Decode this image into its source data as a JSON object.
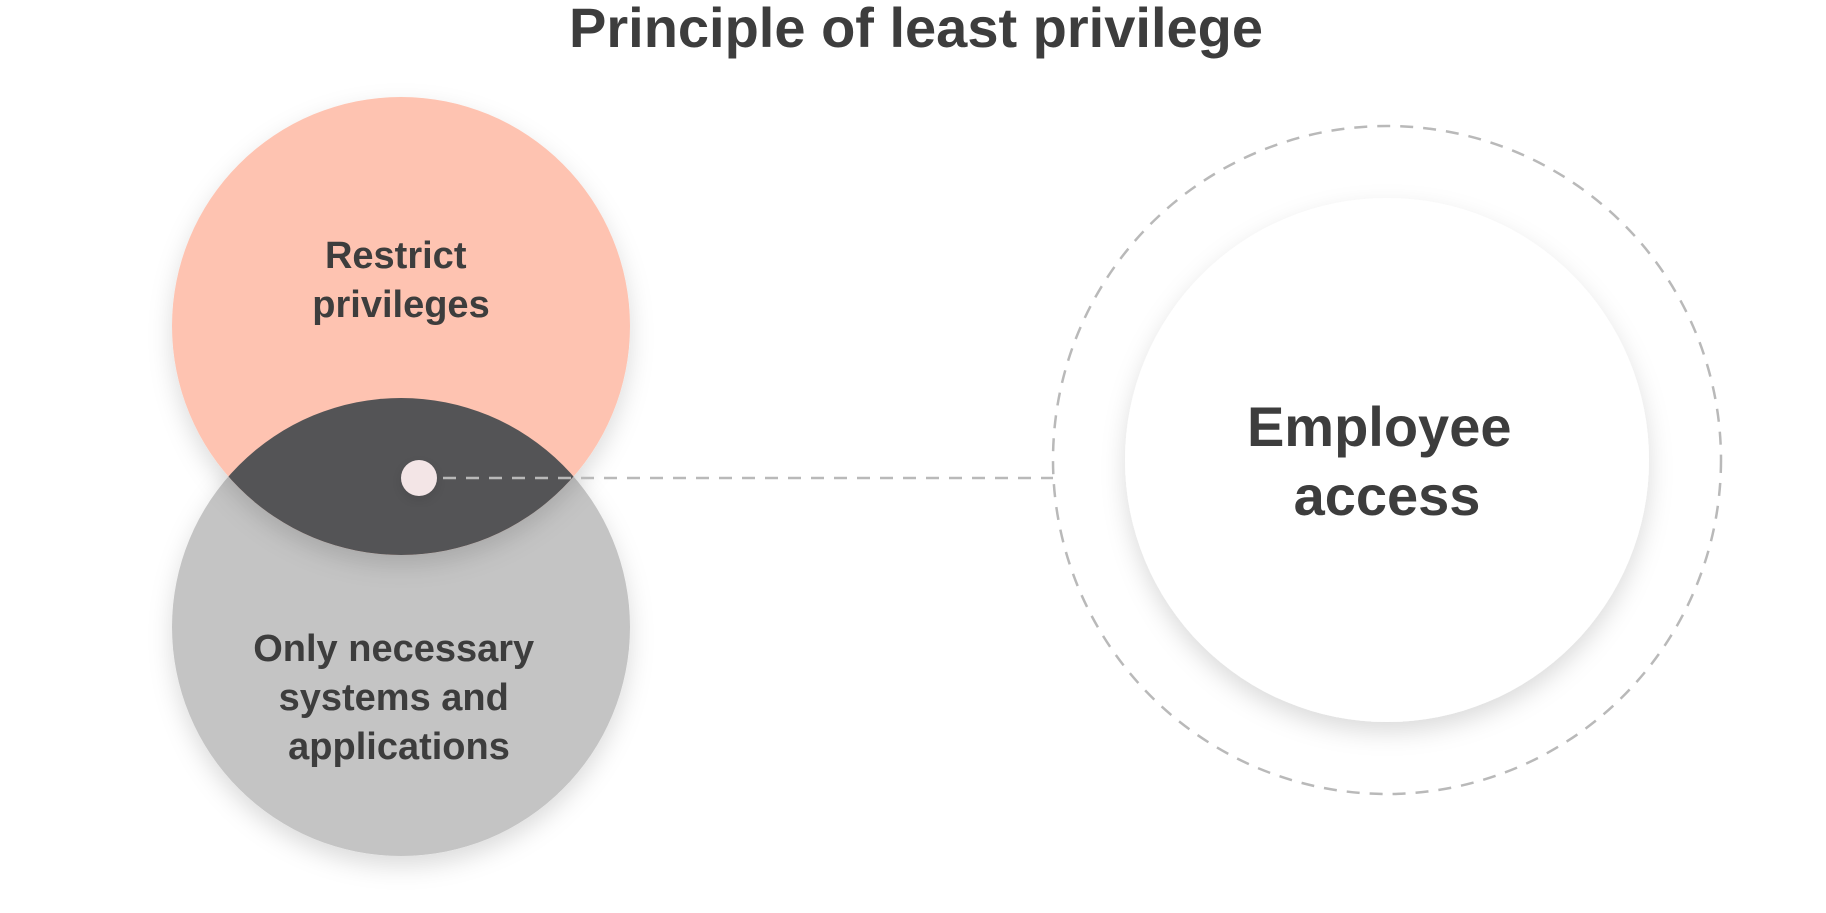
{
  "title": "Principle of least privilege",
  "circles": {
    "restrict": {
      "lines": [
        "Restrict",
        "privileges"
      ]
    },
    "necessary": {
      "lines": [
        "Only necessary",
        "systems and",
        "applications"
      ]
    },
    "employee": {
      "lines": [
        "Employee",
        "access"
      ]
    }
  },
  "colors": {
    "text": "#3d3d3d",
    "restrict_fill": "#fec3b1",
    "necessary_fill": "#c4c4c4",
    "overlap_fill": "#545456",
    "dot_fill": "#f3e5e6",
    "dashed_stroke": "#b9b9b9",
    "employee_fill": "#ffffff"
  }
}
